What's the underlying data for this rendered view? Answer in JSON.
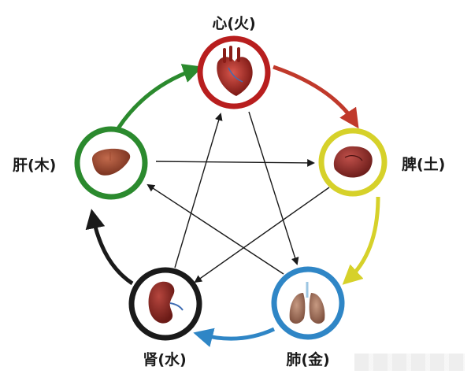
{
  "nodes": [
    {
      "id": "heart",
      "label": "心(火)",
      "color": "#b81e1e",
      "organ": "heart-icon"
    },
    {
      "id": "spleen",
      "label": "脾(土)",
      "color": "#d6d12a",
      "organ": "spleen-icon"
    },
    {
      "id": "lung",
      "label": "肺(金)",
      "color": "#2f86c6",
      "organ": "lungs-icon"
    },
    {
      "id": "kidney",
      "label": "肾(水)",
      "color": "#1a1a1a",
      "organ": "kidney-icon"
    },
    {
      "id": "liver",
      "label": "肝(木)",
      "color": "#2b8a2e",
      "organ": "liver-icon"
    }
  ],
  "generating_cycle": [
    {
      "from": "heart",
      "to": "spleen",
      "color": "#c0392b"
    },
    {
      "from": "spleen",
      "to": "lung",
      "color": "#d6d12a"
    },
    {
      "from": "lung",
      "to": "kidney",
      "color": "#2f86c6"
    },
    {
      "from": "kidney",
      "to": "liver",
      "color": "#1a1a1a"
    },
    {
      "from": "liver",
      "to": "heart",
      "color": "#2b8a2e"
    }
  ],
  "controlling_cycle": [
    {
      "from": "liver",
      "to": "spleen"
    },
    {
      "from": "spleen",
      "to": "kidney"
    },
    {
      "from": "kidney",
      "to": "heart"
    },
    {
      "from": "heart",
      "to": "lung"
    },
    {
      "from": "lung",
      "to": "liver"
    }
  ]
}
